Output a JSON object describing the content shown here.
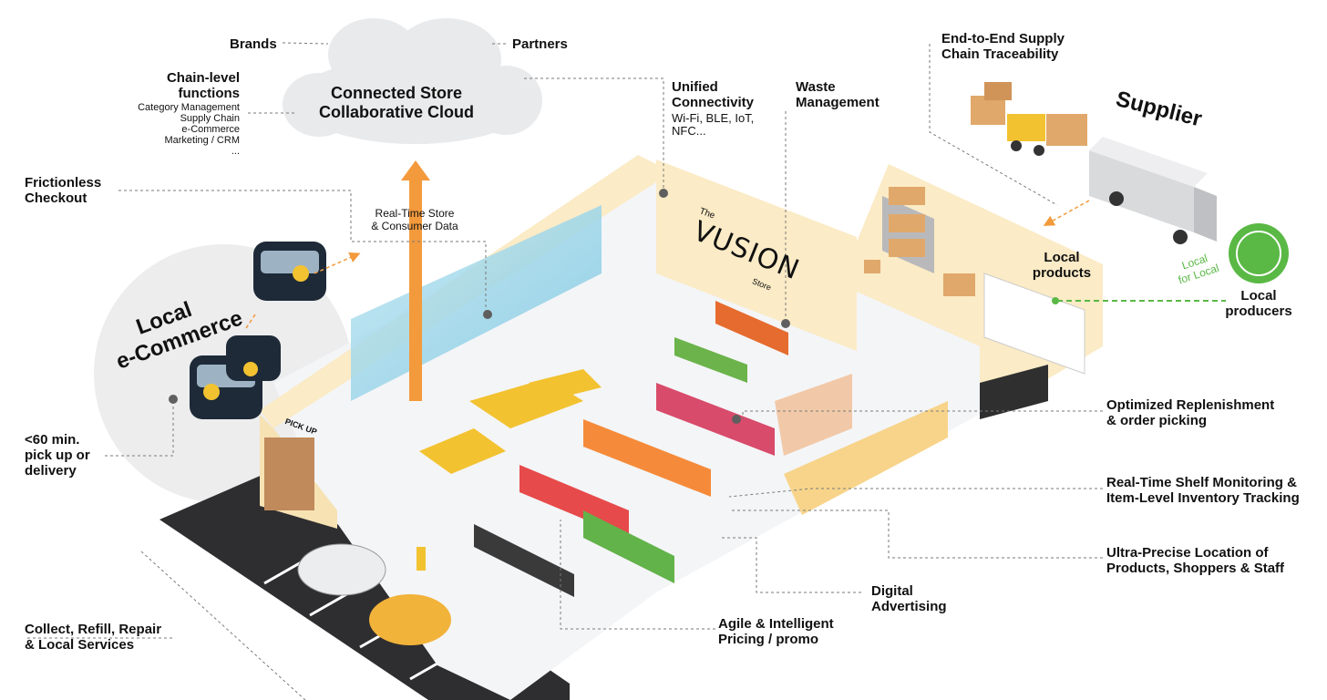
{
  "cloud": {
    "title_line1": "Connected Store",
    "title_line2": "Collaborative Cloud",
    "brands": "Brands",
    "partners": "Partners"
  },
  "chain": {
    "title_line1": "Chain-level",
    "title_line2": "functions",
    "items": [
      "Category Management",
      "Supply Chain",
      "e-Commerce",
      "Marketing / CRM",
      "..."
    ]
  },
  "realtime": {
    "line1": "Real-Time Store",
    "line2": "& Consumer Data"
  },
  "labels": {
    "frictionless": [
      "Frictionless",
      "Checkout"
    ],
    "unified": [
      "Unified",
      "Connectivity"
    ],
    "unified_sub": [
      "Wi-Fi, BLE, IoT,",
      "NFC..."
    ],
    "waste": [
      "Waste",
      "Management"
    ],
    "supply": [
      "End-to-End Supply",
      "Chain Traceability"
    ],
    "supplier": "Supplier",
    "local_products": [
      "Local",
      "products"
    ],
    "local_producers": [
      "Local",
      "producers"
    ],
    "local_for_local": [
      "Local",
      "for Local"
    ],
    "local_ecommerce": [
      "Local",
      "e-Commerce"
    ],
    "pickup": [
      "<60 min.",
      "pick up or",
      "delivery"
    ],
    "collect": [
      "Collect, Refill, Repair",
      "& Local Services"
    ],
    "replenishment": [
      "Optimized Replenishment",
      "& order picking"
    ],
    "shelf": [
      "Real-Time Shelf Monitoring &",
      "Item-Level Inventory Tracking"
    ],
    "location": [
      "Ultra-Precise Location of",
      "Products, Shoppers & Staff"
    ],
    "digital": [
      "Digital",
      "Advertising"
    ],
    "pricing": [
      "Agile & Intelligent",
      "Pricing / promo"
    ],
    "store_brand": "VUSION",
    "store_the": "The",
    "store_store": "Store",
    "pick_up_sign": "PICK UP"
  },
  "colors": {
    "accent_orange": "#F39A3C",
    "wall": "#FBEBC6",
    "floor": "#F4F5F7",
    "parking": "#2E2E30",
    "green": "#5AB845",
    "cloud": "#E9EAEC"
  }
}
